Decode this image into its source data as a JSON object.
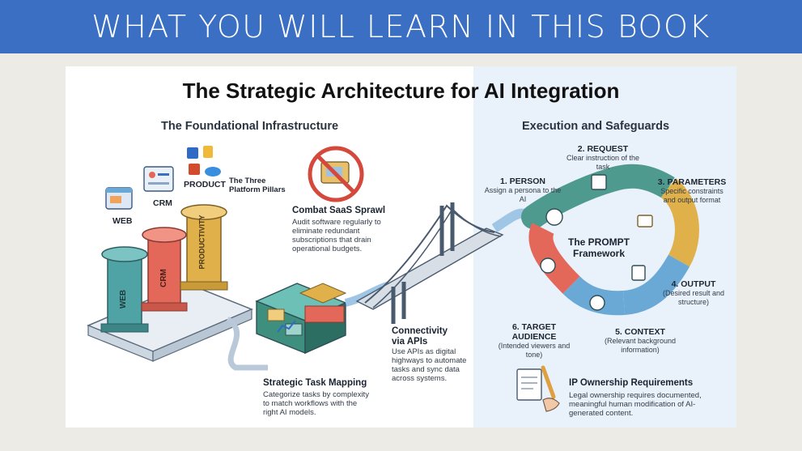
{
  "banner": {
    "title": "WHAT YOU WILL LEARN IN THIS BOOK"
  },
  "diagram": {
    "title": "The Strategic Architecture for AI Integration",
    "left_section": {
      "title": "The Foundational Infrastructure",
      "pillars_label": "The Three Platform Pillars",
      "pillars": [
        "WEB",
        "CRM",
        "PRODUCTIVITY"
      ],
      "top_labels": {
        "web": "WEB",
        "crm": "CRM",
        "product": "PRODUCT"
      },
      "sprawl": {
        "title": "Combat SaaS Sprawl",
        "body": "Audit software regularly to eliminate redundant subscriptions that drain operational budgets."
      },
      "task_mapping": {
        "title": "Strategic Task Mapping",
        "body": "Categorize tasks by complexity to match workflows with the right AI models."
      },
      "apis": {
        "title": "Connectivity via APIs",
        "body": "Use APIs as digital highways to automate tasks and sync data across systems."
      }
    },
    "right_section": {
      "title": "Execution and Safeguards",
      "framework_label": "The PROMPT Framework",
      "steps": [
        {
          "title": "1. PERSON",
          "body": "Assign a persona to the AI"
        },
        {
          "title": "2. REQUEST",
          "body": "Clear instruction of the task"
        },
        {
          "title": "3. PARAMETERS",
          "body": "Specific constraints and output format"
        },
        {
          "title": "4. OUTPUT",
          "body": "(Desired result and structure)"
        },
        {
          "title": "5. CONTEXT",
          "body": "(Relevant background information)"
        },
        {
          "title": "6. TARGET AUDIENCE",
          "body": "(Intended viewers and tone)"
        }
      ],
      "ip": {
        "title": "IP Ownership Requirements",
        "body": "Legal ownership requires documented, meaningful human modification of AI-generated content."
      }
    }
  },
  "colors": {
    "banner": "#3a6fc4",
    "teal": "#4fa3a5",
    "red": "#e4685a",
    "gold": "#e0b04a",
    "blue": "#6aa9d6",
    "green": "#4f9a78"
  }
}
